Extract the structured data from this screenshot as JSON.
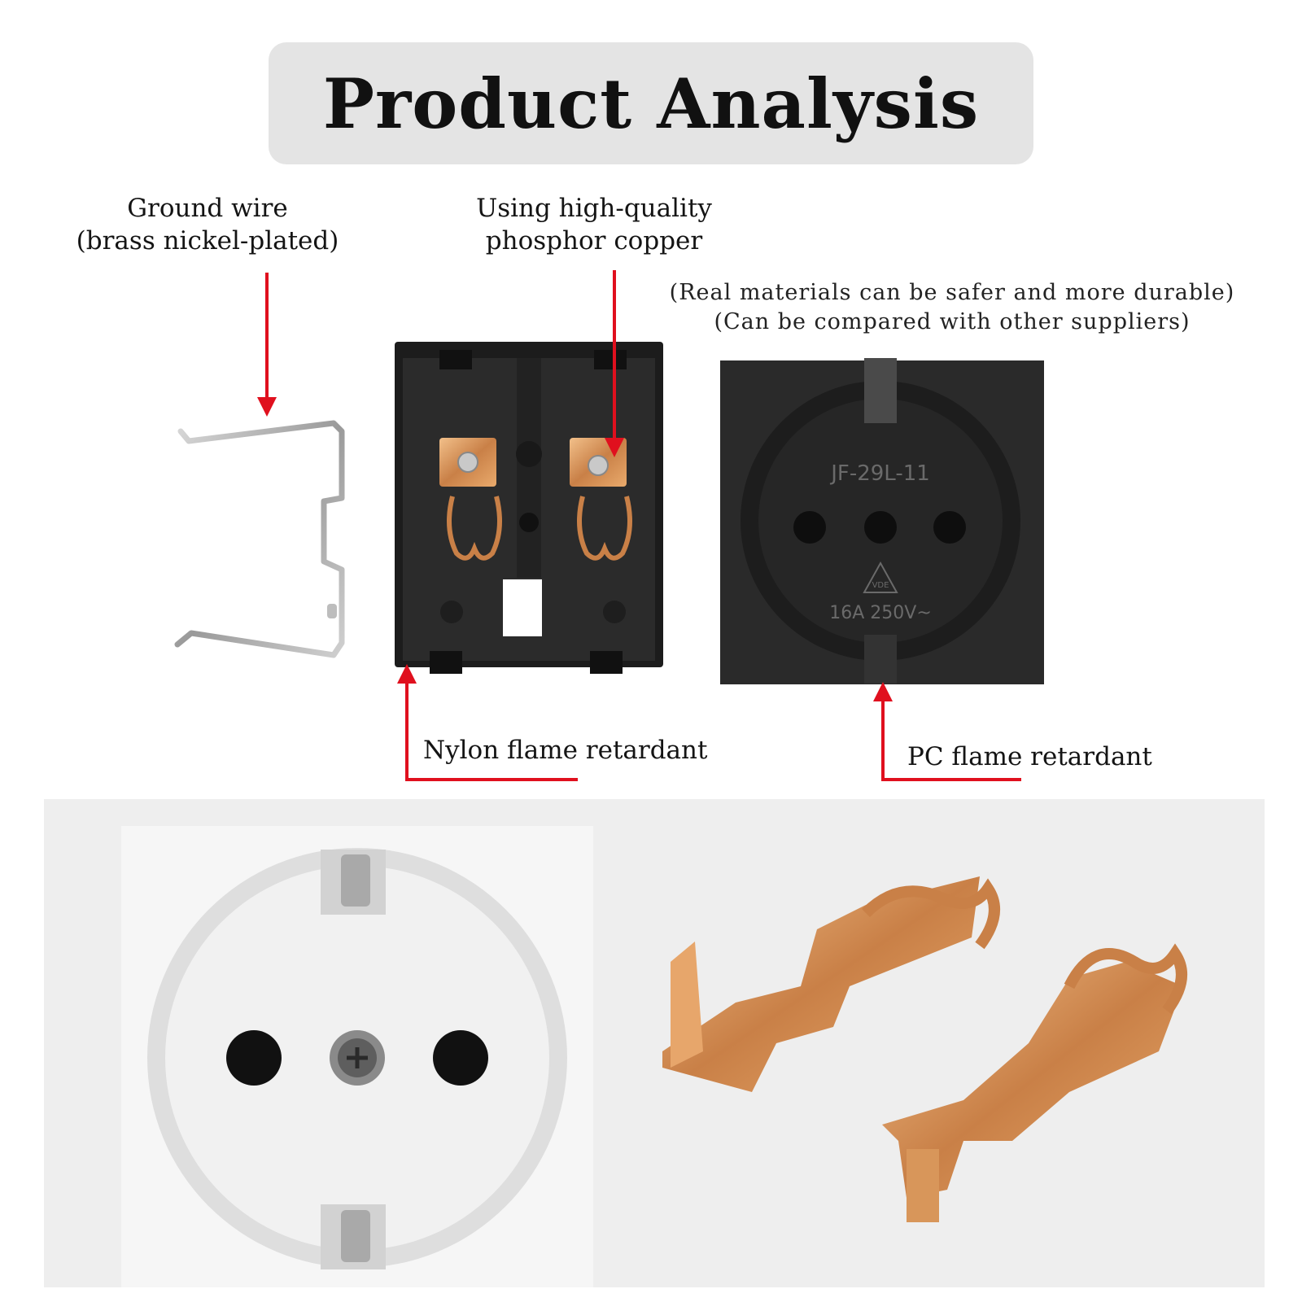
{
  "header": {
    "title": "Product Analysis"
  },
  "labels": {
    "ground_wire_line1": "Ground wire",
    "ground_wire_line2": "(brass nickel-plated)",
    "phosphor_line1": "Using high-quality",
    "phosphor_line2": "phosphor copper",
    "note_line1": "(Real materials can be safer and more durable)",
    "note_line2": "(Can be compared with other suppliers)",
    "nylon": "Nylon flame retardant",
    "pc": "PC flame retardant"
  },
  "socket_face": {
    "model": "JF-29L-11",
    "rating": "16A 250V~",
    "mark": "VDE"
  },
  "colors": {
    "accent_arrow": "#e0101e",
    "title_bg": "#e4e4e4",
    "socket_black": "#2a2a2a",
    "copper": "#d8965a"
  },
  "icons": [
    "ground-wire-clip",
    "nylon-base",
    "pc-socket-cover",
    "white-socket",
    "copper-contacts"
  ]
}
